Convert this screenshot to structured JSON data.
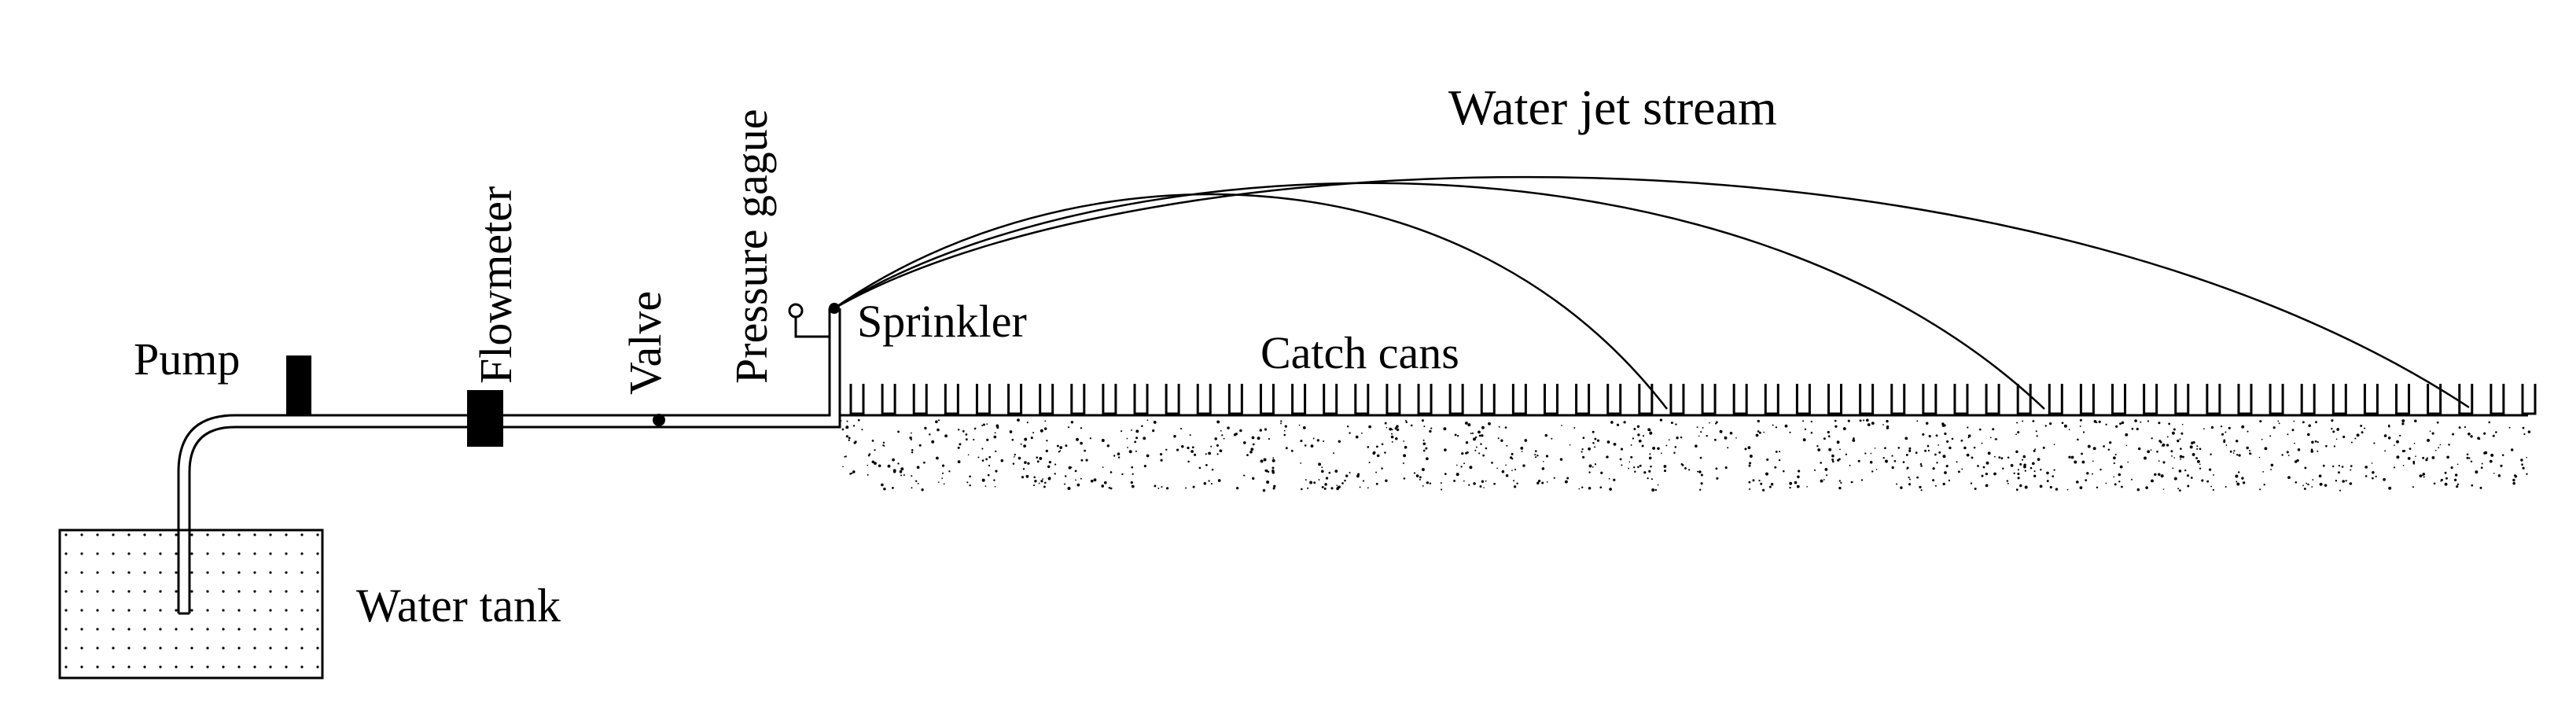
{
  "labels": {
    "pump": "Pump",
    "flowmeter": "Flowmeter",
    "valve": "Valve",
    "pressure_gauge": "Pressure gague",
    "sprinkler": "Sprinkler",
    "catch_cans": "Catch cans",
    "water_jet": "Water jet stream",
    "water_tank": "Water tank"
  },
  "icons": {
    "pump": "pump-icon",
    "flowmeter": "flowmeter-icon",
    "valve": "valve-icon",
    "pressure_gauge": "pressure-gauge-icon",
    "sprinkler": "sprinkler-icon",
    "catch_can": "catch-can-icon",
    "water_tank": "water-tank-icon"
  },
  "colors": {
    "ink": "#000000",
    "background": "#ffffff"
  },
  "catch_can_count": 54,
  "jet_stream_count": 3
}
